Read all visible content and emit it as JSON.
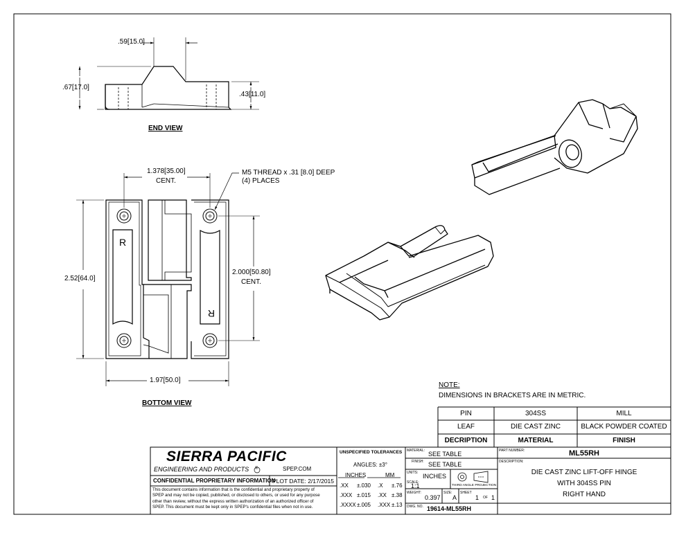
{
  "views": {
    "end_view": {
      "title": "END VIEW",
      "dim_width": ".59",
      "dim_width_mm": "15.0",
      "dim_height": ".67",
      "dim_height_mm": "17.0",
      "dim_step": ".43",
      "dim_step_mm": "11.0"
    },
    "bottom_view": {
      "title": "BOTTOM VIEW",
      "dim_cent": "1.378",
      "dim_cent_mm": "35.00",
      "cent_label": "CENT.",
      "thread_note_line1": "M5 THREAD x .31 [8.0] DEEP",
      "thread_note_line2": "(4) PLACES",
      "dim_height": "2.52",
      "dim_height_mm": "64.0",
      "dim_vcent": "2.000",
      "dim_vcent_mm": "50.80",
      "vcent_label": "CENT.",
      "dim_width": "1.97",
      "dim_width_mm": "50.0",
      "leaf_mark": "R"
    }
  },
  "note": {
    "heading": "NOTE:",
    "text": "DIMENSIONS IN BRACKETS ARE IN METRIC."
  },
  "bom": {
    "rows": [
      [
        "PIN",
        "304SS",
        "MILL"
      ],
      [
        "LEAF",
        "DIE CAST ZINC",
        "BLACK POWDER COATED"
      ]
    ],
    "header": [
      "DECRIPTION",
      "MATERIAL",
      "FINISH"
    ]
  },
  "title_block": {
    "company": "SIERRA PACIFIC",
    "company_sub": "ENGINEERING AND PRODUCTS",
    "registered": "®",
    "website": "SPEP.COM",
    "confidential_title": "CONFIDENTIAL PROPRIETARY INFORMATION",
    "plot_date_label": "PLOT DATE:",
    "plot_date": "2/17/2015",
    "confidential_text": [
      "This document contains information that is the confidential and proprietary property of",
      "SPEP and may not be copied, published, or disclosed to others, or used for any purpose",
      "other than review, without the express written authorization of an authorized officer of",
      "SPEP. This document must be kept only in SPEP's confidential files when not in use."
    ],
    "tolerances": {
      "title": "UNSPECIFIED TOLERANCES",
      "angles": "ANGLES: ±3°",
      "inches_label": "INCHES",
      "mm_label": "MM",
      "inch_rows": [
        [
          ".XX",
          "±.030"
        ],
        [
          ".XXX",
          "±.015"
        ],
        [
          ".XXXX",
          "±.005"
        ]
      ],
      "mm_rows": [
        [
          ".X",
          "±.76"
        ],
        [
          ".XX",
          "±.38"
        ],
        [
          ".XXX",
          "±.13"
        ]
      ]
    },
    "material_label": "MATERIAL:",
    "material": "SEE TABLE",
    "finish_label": "FINISH:",
    "finish": "SEE TABLE",
    "units_label": "UNITS:",
    "units": "INCHES",
    "projection": "THIRD ANGLE PROJECTION",
    "scale_label": "SCALE:",
    "scale": "1:1",
    "weight_label": "WEIGHT:",
    "weight": "0.397",
    "size_label": "SIZE:",
    "size": "A",
    "sheet_label": "SHEET",
    "sheet": "1",
    "of_label": "OF",
    "sheet_total": "1",
    "dwg_label": "DWG. NO.",
    "dwg_no": "19614-ML55RH",
    "part_number_label": "PART NUMBER:",
    "part_number": "ML55RH",
    "description_label": "DESCRIPTION:",
    "description": [
      "DIE CAST ZINC LIFT-OFF HINGE",
      "WITH 304SS PIN",
      "RIGHT HAND"
    ]
  }
}
